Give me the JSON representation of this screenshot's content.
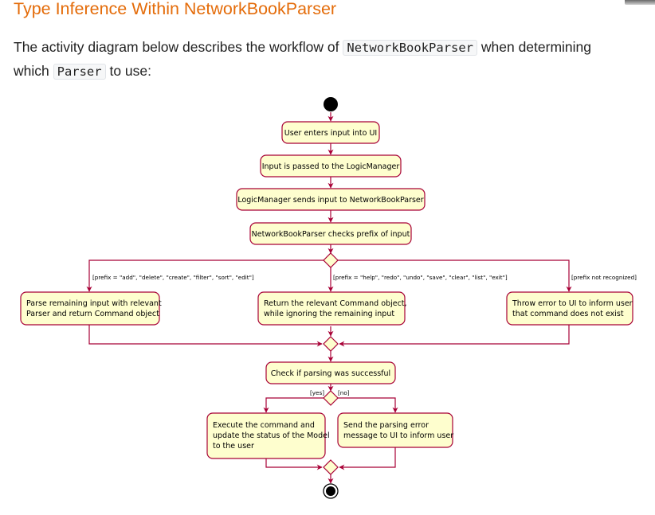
{
  "heading": "Type Inference Within NetworkBookParser",
  "intro": {
    "text_1": "The activity diagram below describes the workflow of ",
    "code_1": "NetworkBookParser",
    "text_2": " when determining which ",
    "code_2": "Parser",
    "text_3": " to use:"
  },
  "diagram": {
    "activities": {
      "user_input": [
        "User enters input into UI"
      ],
      "passed_logic": [
        "Input is passed to the LogicManager"
      ],
      "logic_sends": [
        "LogicManager sends input to NetworkBookParser"
      ],
      "check_prefix": [
        "NetworkBookParser checks prefix of input"
      ],
      "parse_remaining": [
        "Parse remaining input with relevant",
        "Parser and return Command object"
      ],
      "return_command": [
        "Return the relevant Command object,",
        "while ignoring the remaining input"
      ],
      "throw_error": [
        "Throw error to UI to inform user",
        "that command does not exist"
      ],
      "check_parsing": [
        "Check if parsing was successful"
      ],
      "execute": [
        "Execute the command and",
        "update the status of the Model",
        "to the user"
      ],
      "send_error": [
        "Send the parsing error",
        "message to UI to inform user"
      ]
    },
    "guards": {
      "prefix_modify": "[prefix = \"add\", \"delete\", \"create\", \"filter\", \"sort\", \"edit\"]",
      "prefix_simple": "[prefix = \"help\", \"redo\", \"undo\", \"save\", \"clear\", \"list\", \"exit\"]",
      "prefix_unknown": "[prefix not recognized]",
      "yes": "[yes]",
      "no": "[no]"
    }
  }
}
